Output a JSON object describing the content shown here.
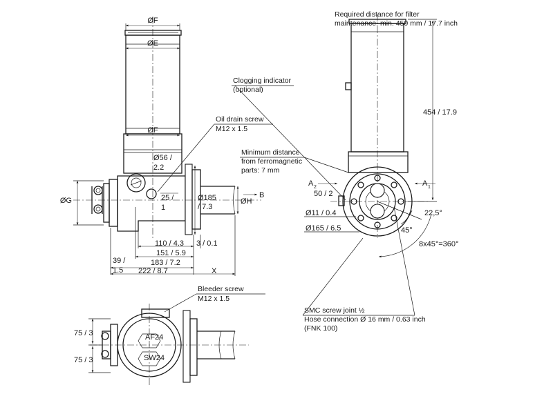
{
  "notes": {
    "filter_maintenance_line1": "Required distance for filter",
    "filter_maintenance_line2": "maintenance: min. 450 mm / 17.7 inch",
    "clogging_line1": "Clogging indicator",
    "clogging_line2": "(optional)",
    "oil_drain_line1": "Oil drain screw",
    "oil_drain_line2": "M12 x 1.5",
    "min_distance_line1": "Minimum distance",
    "min_distance_line2": "from ferromagnetic",
    "min_distance_line3": "parts: 7 mm",
    "bleeder_line1": "Bleeder screw",
    "bleeder_line2": "M12 x 1.5",
    "smc_line1": "SMC screw joint ½",
    "smc_line2": "Hose connection Ø 16 mm / 0.63 inch",
    "smc_line3": "(FNK 100)"
  },
  "dimensions": {
    "dia_f_top": "ØF",
    "dia_e": "ØE",
    "dia_f_mid": "ØF",
    "dia_g": "ØG",
    "dia_h": "ØH",
    "dia_56_a": "Ø56 /",
    "dia_56_b": "2.2",
    "d25_a": "25 /",
    "d25_b": "1",
    "dia_185_a": "Ø185",
    "dia_185_b": "/ 7.3",
    "d110": "110 / 4.3",
    "d3": "3 / 0.1",
    "d151": "151 / 5.9",
    "d39_a": "39 /",
    "d39_b": "1.5",
    "d183": "183 / 7.2",
    "d222": "222 / 8.7",
    "dx": "X",
    "d454": "454 / 17.9",
    "d50_a": "50 / 2",
    "dia_11": "Ø11 / 0.4",
    "dia_165": "Ø165 / 6.5",
    "angle_225": "22,5°",
    "angle_45": "45°",
    "angle_360": "8x45°=360°",
    "a1": "A",
    "a1_sub": "1",
    "a2": "A",
    "a2_sub": "2",
    "port_b": "B",
    "d75_top": "75 / 3",
    "d75_bot": "75 / 3",
    "af24": "AF24",
    "sw24": "SW24"
  }
}
